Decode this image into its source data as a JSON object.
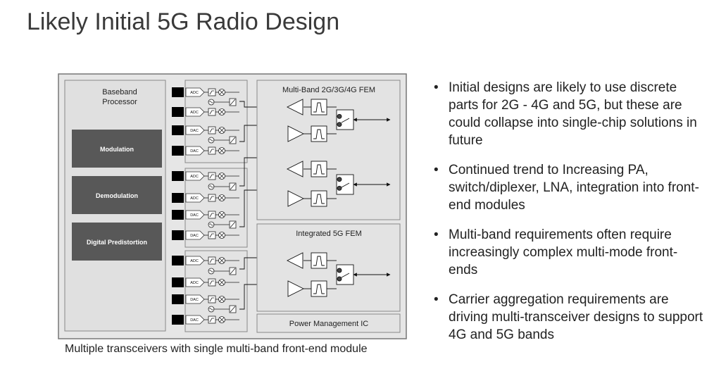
{
  "title": "Likely Initial 5G Radio Design",
  "caption": "Multiple transceivers with single multi-band front-end module",
  "diagram": {
    "baseband_label_line1": "Baseband",
    "baseband_label_line2": "Processor",
    "blocks": [
      "Modulation",
      "Demodulation",
      "Digital Predistortion"
    ],
    "fem_multi": "Multi-Band 2G/3G/4G FEM",
    "fem_5g": "Integrated 5G FEM",
    "pmic": "Power Management IC",
    "converter_labels": [
      "ADC",
      "ADC",
      "DAC",
      "DAC",
      "ADC",
      "ADC",
      "DAC",
      "DAC",
      "ADC",
      "ADC",
      "DAC",
      "DAC"
    ]
  },
  "bullets": [
    "Initial designs are likely to use discrete parts for 2G - 4G and 5G, but these are could collapse into single-chip solutions in future",
    "Continued trend to Increasing PA, switch/diplexer, LNA, integration into front-end modules",
    "Multi-band requirements often require increasingly complex multi-mode front-ends",
    "Carrier aggregation requirements are driving multi-transceiver designs to support 4G and 5G bands"
  ],
  "bullet_char": "•"
}
